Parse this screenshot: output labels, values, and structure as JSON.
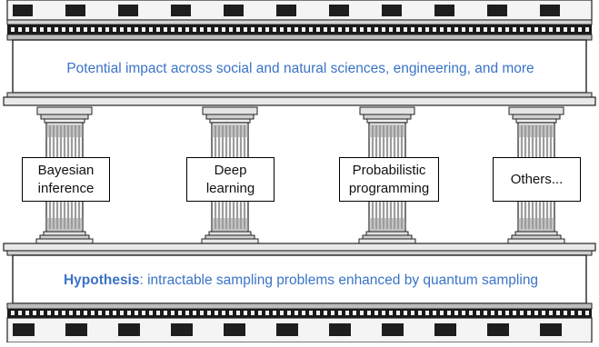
{
  "banner_top": {
    "text": "Potential impact across social and natural sciences, engineering, and more"
  },
  "banner_bottom": {
    "bold": "Hypothesis",
    "rest": ": intractable sampling problems enhanced by quantum sampling"
  },
  "pillars": [
    {
      "label": "Bayesian\ninference"
    },
    {
      "label": "Deep\nlearning"
    },
    {
      "label": "Probabilistic\nprogramming"
    },
    {
      "label": "Others..."
    }
  ],
  "colors": {
    "text_accent": "#3a73c6",
    "stone_light": "#f2f2f2",
    "stone_mid": "#cfcfcf",
    "stone_dark": "#2a2a2a"
  }
}
